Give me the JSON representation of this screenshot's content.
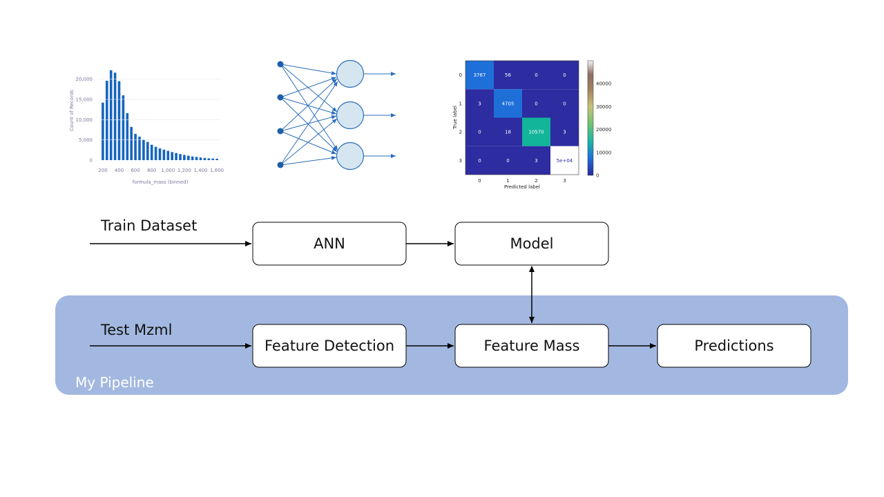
{
  "pipeline": {
    "label": "My Pipeline",
    "bg_color": "#a3b8e0"
  },
  "inputs": {
    "train": "Train Dataset",
    "test": "Test Mzml"
  },
  "nodes": {
    "ann": "ANN",
    "model": "Model",
    "feature_detection": "Feature Detection",
    "feature_mass": "Feature Mass",
    "predictions": "Predictions"
  },
  "chart_data": [
    {
      "type": "bar",
      "xlabel": "formula_mass (binned)",
      "ylabel": "Count of Records",
      "ylim": [
        0,
        22500
      ],
      "xlim": [
        150,
        1650
      ],
      "x_ticks": [
        "200",
        "400",
        "600",
        "800",
        "1,000",
        "1,200",
        "1,400",
        "1,600"
      ],
      "y_ticks": [
        "0",
        "5,000",
        "10,000",
        "15,000",
        "20,000"
      ],
      "bin_centers": [
        200,
        250,
        300,
        350,
        400,
        450,
        500,
        550,
        600,
        650,
        700,
        750,
        800,
        850,
        900,
        950,
        1000,
        1050,
        1100,
        1150,
        1200,
        1250,
        1300,
        1350,
        1400,
        1450,
        1500,
        1550,
        1600
      ],
      "values": [
        14200,
        19600,
        22200,
        21600,
        19500,
        16000,
        11600,
        8200,
        6500,
        5800,
        5100,
        4500,
        3800,
        3300,
        2900,
        2600,
        2300,
        2000,
        1750,
        1500,
        1300,
        1100,
        900,
        800,
        650,
        550,
        450,
        400,
        350
      ],
      "color": "#1565c0"
    },
    {
      "type": "heatmap",
      "title": "",
      "xlabel": "Predicted label",
      "ylabel": "True label",
      "x_ticks": [
        "0",
        "1",
        "2",
        "3"
      ],
      "y_ticks": [
        "0",
        "1",
        "2",
        "3"
      ],
      "cell_labels": [
        [
          "3767",
          "56",
          "0",
          "0"
        ],
        [
          "3",
          "4705",
          "0",
          "0"
        ],
        [
          "0",
          "18",
          "10570",
          "3"
        ],
        [
          "0",
          "0",
          "3",
          "5e+04"
        ]
      ],
      "matrix": [
        [
          3767,
          56,
          0,
          0
        ],
        [
          3,
          4705,
          0,
          0
        ],
        [
          0,
          18,
          10570,
          3
        ],
        [
          0,
          0,
          3,
          50000
        ]
      ],
      "colorbar_ticks": [
        "0",
        "10000",
        "20000",
        "30000",
        "40000"
      ]
    }
  ]
}
